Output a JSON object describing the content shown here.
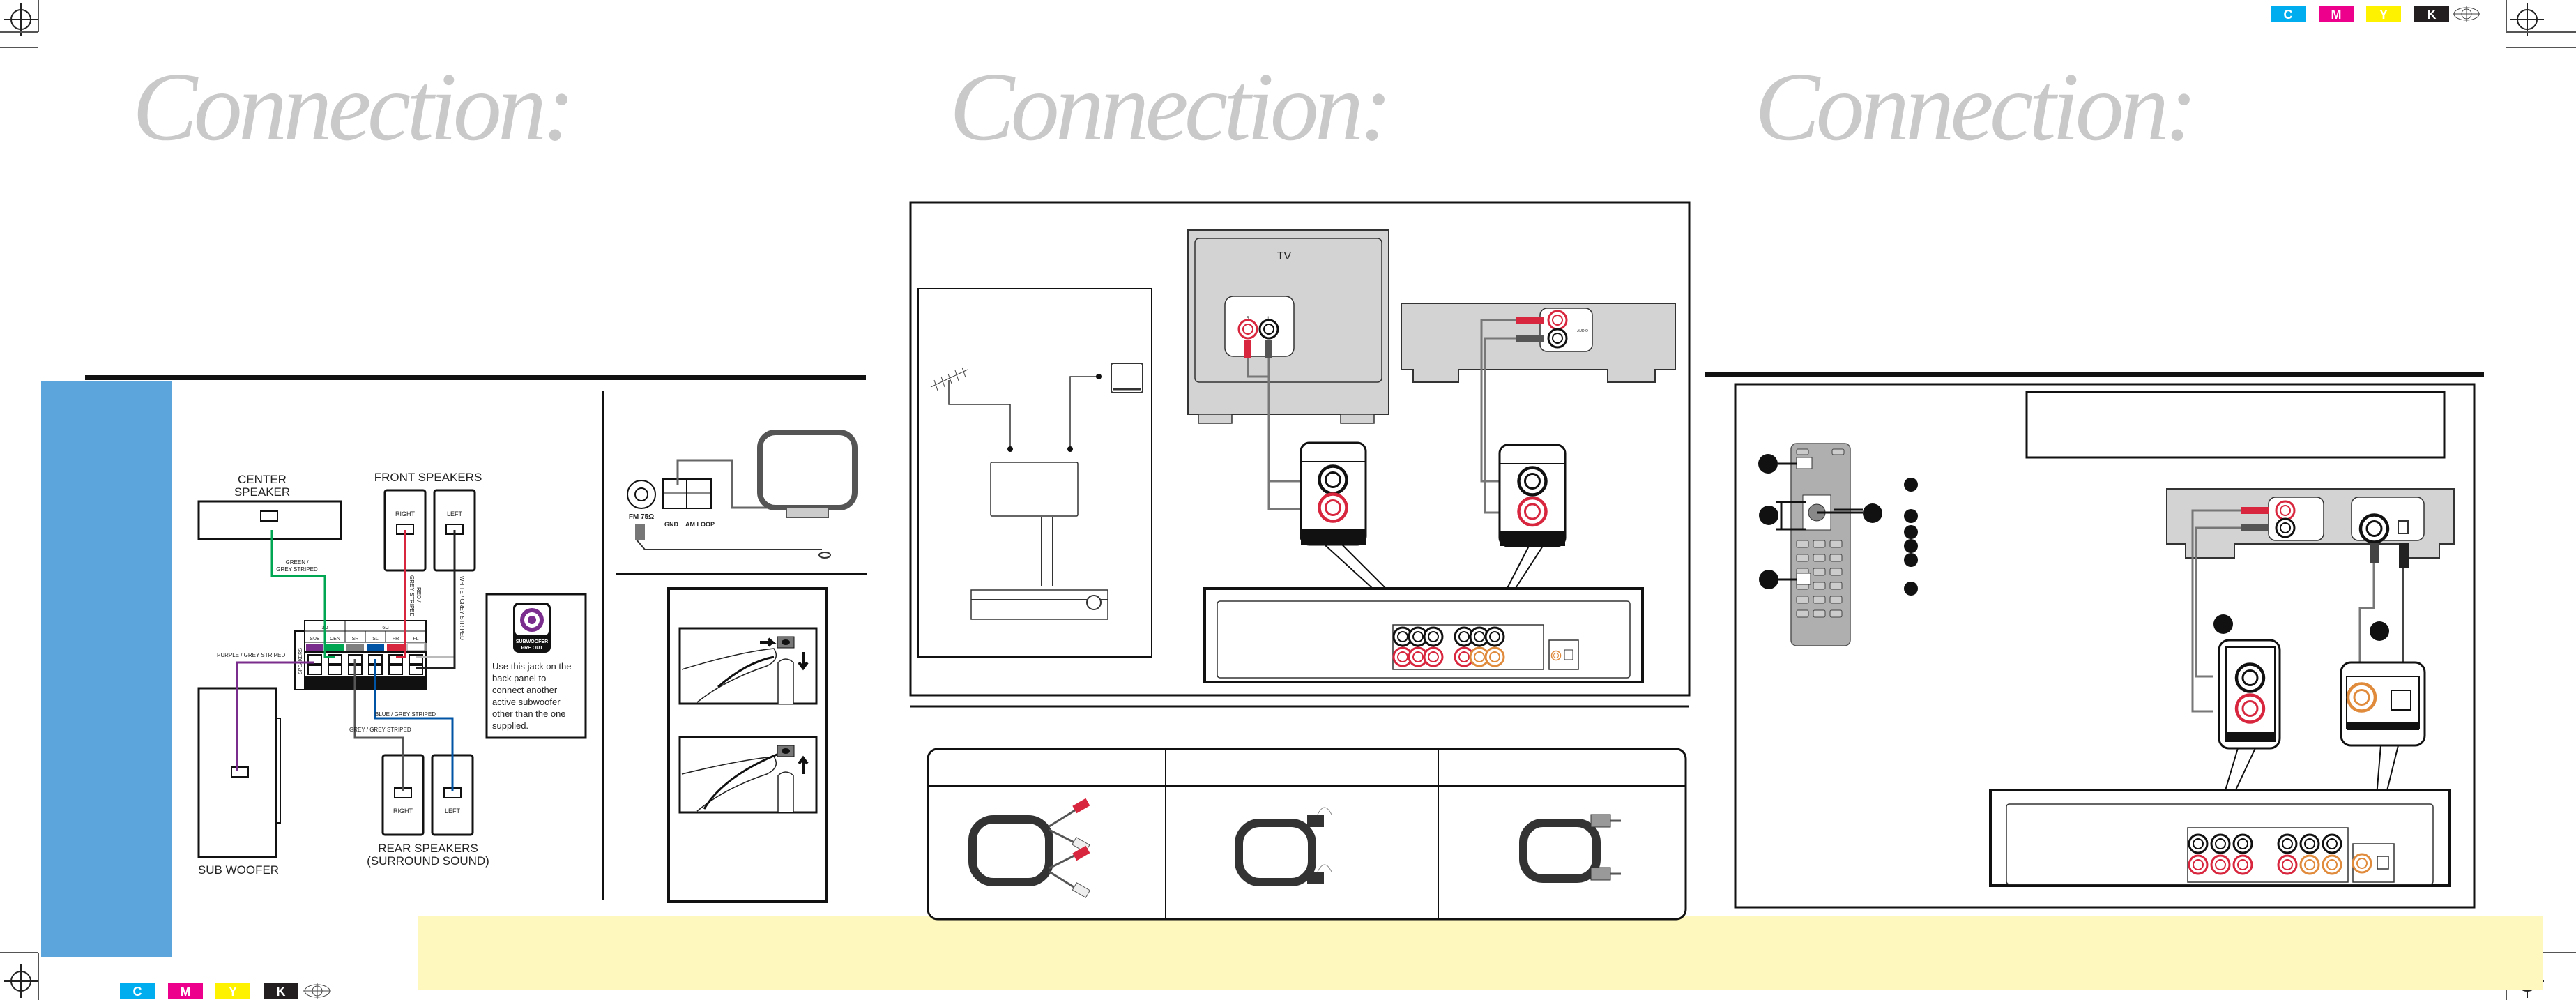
{
  "page_titles": [
    "Connection:",
    "Connection:",
    "Connection:"
  ],
  "color_bars": {
    "labels": [
      "C",
      "M",
      "Y",
      "K"
    ],
    "colors": [
      "#00AEEF",
      "#EC008C",
      "#FFF200",
      "#231F20"
    ]
  },
  "colors": {
    "side_tab": "#5BA4DC",
    "footer_band": "#FFF8BE",
    "title_grey": "#C9C9C9"
  },
  "speakers": {
    "center_label": [
      "CENTER",
      "SPEAKER"
    ],
    "front_label": "FRONT SPEAKERS",
    "rear_label": [
      "REAR SPEAKERS",
      "(SURROUND SOUND)"
    ],
    "sub_label": "SUB WOOFER",
    "right": "RIGHT",
    "left": "LEFT",
    "wires": {
      "green": [
        "GREEN /",
        "GREY STRIPED"
      ],
      "red": [
        "RED /",
        "GREY STRIPED"
      ],
      "white": "WHITE / GREY STRIPED",
      "purple": "PURPLE / GREY STRIPED",
      "blue": "BLUE / GREY STRIPED",
      "grey": "GREY / GREY STRIPED"
    },
    "wire_colors": {
      "purple": "#7B2D8E",
      "green": "#00A651",
      "grey": "#808080",
      "blue": "#0054A6",
      "red": "#D7263D",
      "white": "#FFFFFF"
    },
    "terminal": {
      "impedance": [
        "3Ω",
        "6Ω"
      ],
      "channels": [
        "SUB",
        "CEN",
        "SR",
        "SL",
        "FR",
        "FL"
      ],
      "side": "SPEAKERS"
    }
  },
  "subwoofer_note": {
    "badge": [
      "SUBWOOFER",
      "PRE OUT"
    ],
    "lines": [
      "Use this jack on the",
      "back panel to",
      "connect another",
      "active subwoofer",
      "other than the one",
      "supplied."
    ]
  },
  "antenna": {
    "fm": "FM 75Ω",
    "gnd": "GND",
    "am": "AM LOOP"
  },
  "av": {
    "tv": "TV",
    "r": "R",
    "l": "L",
    "audio": "AUDIO"
  }
}
